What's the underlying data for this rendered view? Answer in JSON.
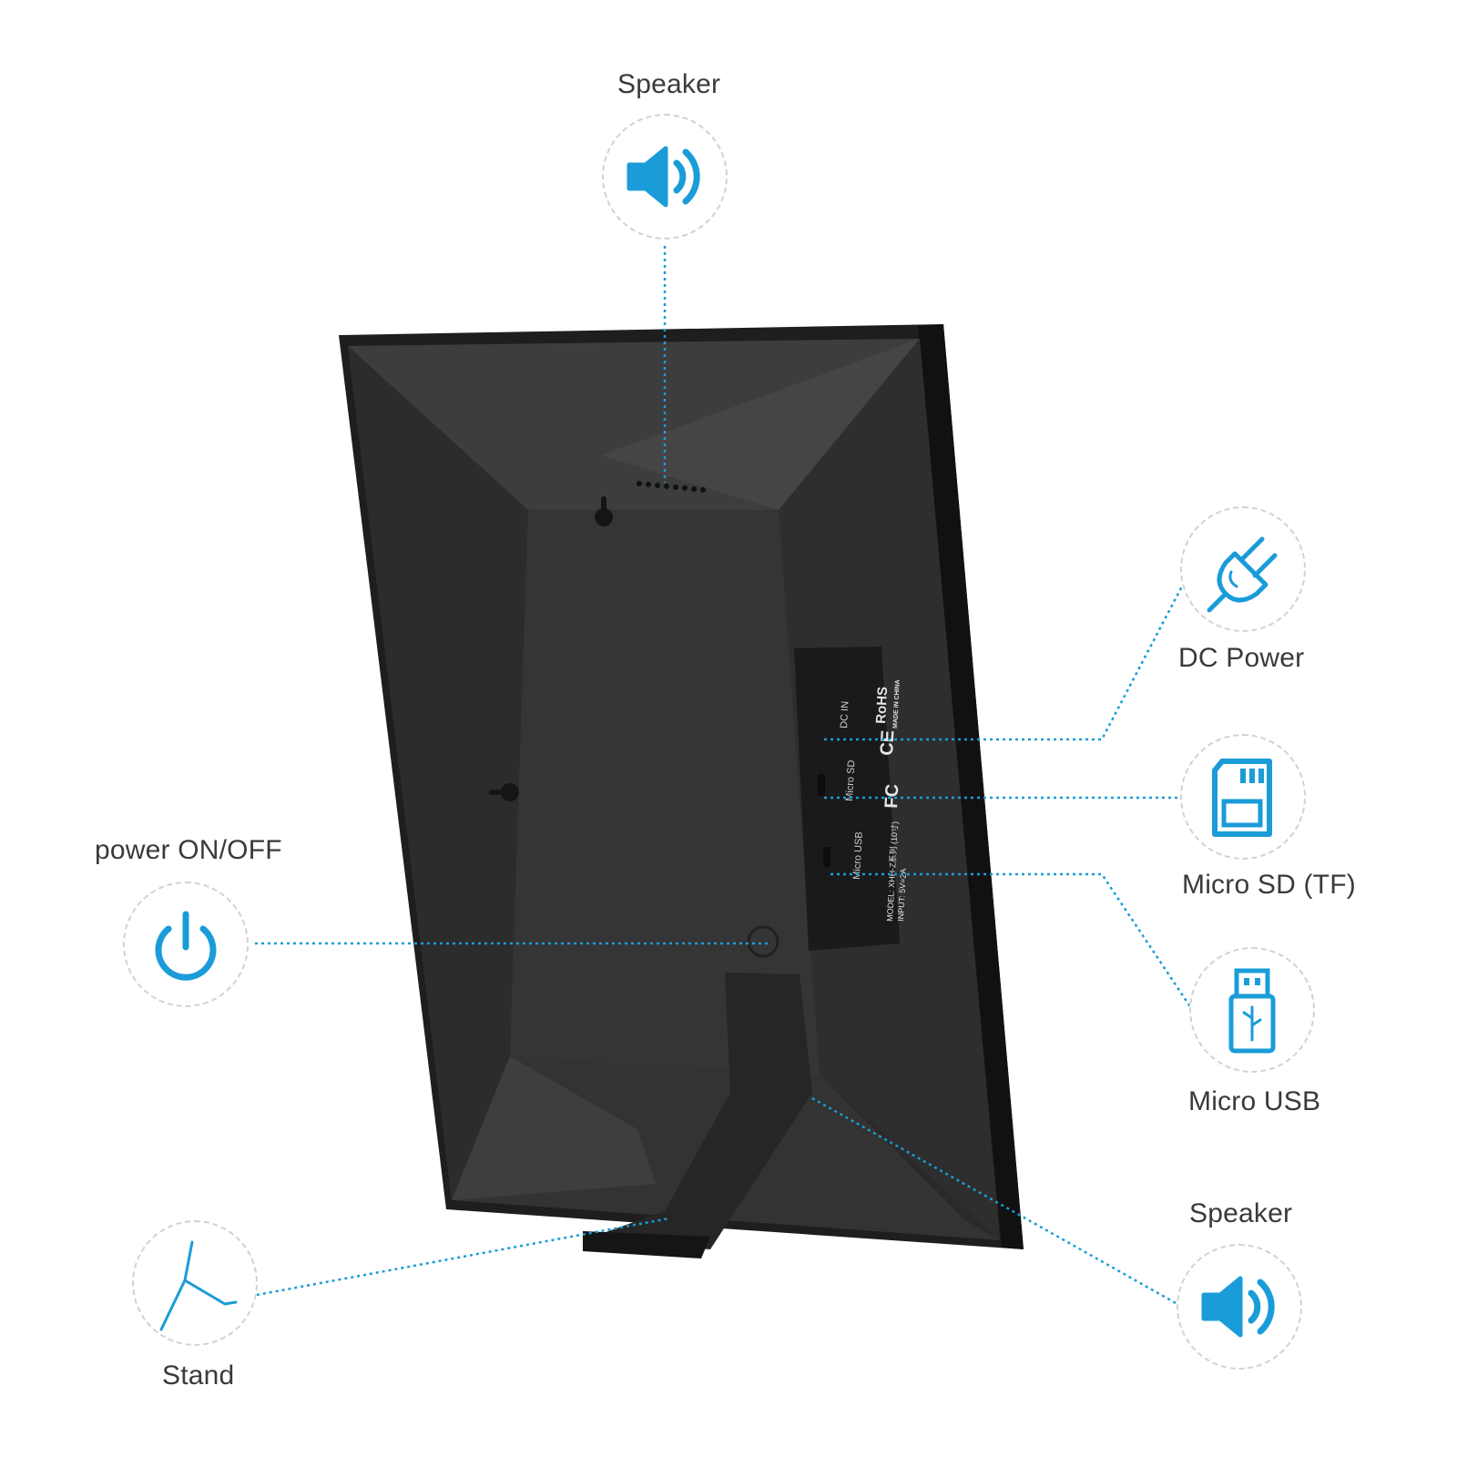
{
  "callouts": {
    "speaker_top": {
      "label": "Speaker",
      "icon": "speaker-icon"
    },
    "dc_power": {
      "label": "DC Power",
      "icon": "power-plug-icon"
    },
    "micro_sd": {
      "label": "Micro SD (TF)",
      "icon": "sd-card-icon"
    },
    "micro_usb": {
      "label": "Micro USB",
      "icon": "usb-icon"
    },
    "speaker_bottom": {
      "label": "Speaker",
      "icon": "speaker-icon"
    },
    "power": {
      "label": "power ON/OFF",
      "icon": "power-button-icon"
    },
    "stand": {
      "label": "Stand",
      "icon": "stand-icon"
    }
  },
  "device_label": {
    "ports": [
      "DC IN",
      "Micro SD",
      "Micro USB"
    ],
    "certifications": [
      "FC",
      "CE",
      "RoHS"
    ],
    "origin": "MADE IN CHINA",
    "model": "MODEL: XHH-Z系列 (10寸)",
    "input": "INPUT: 5V=2A"
  },
  "colors": {
    "accent": "#1a9cd8",
    "frame": "#2a2a2a",
    "back_panel": "#343434",
    "label_text": "#3a3a3a"
  }
}
